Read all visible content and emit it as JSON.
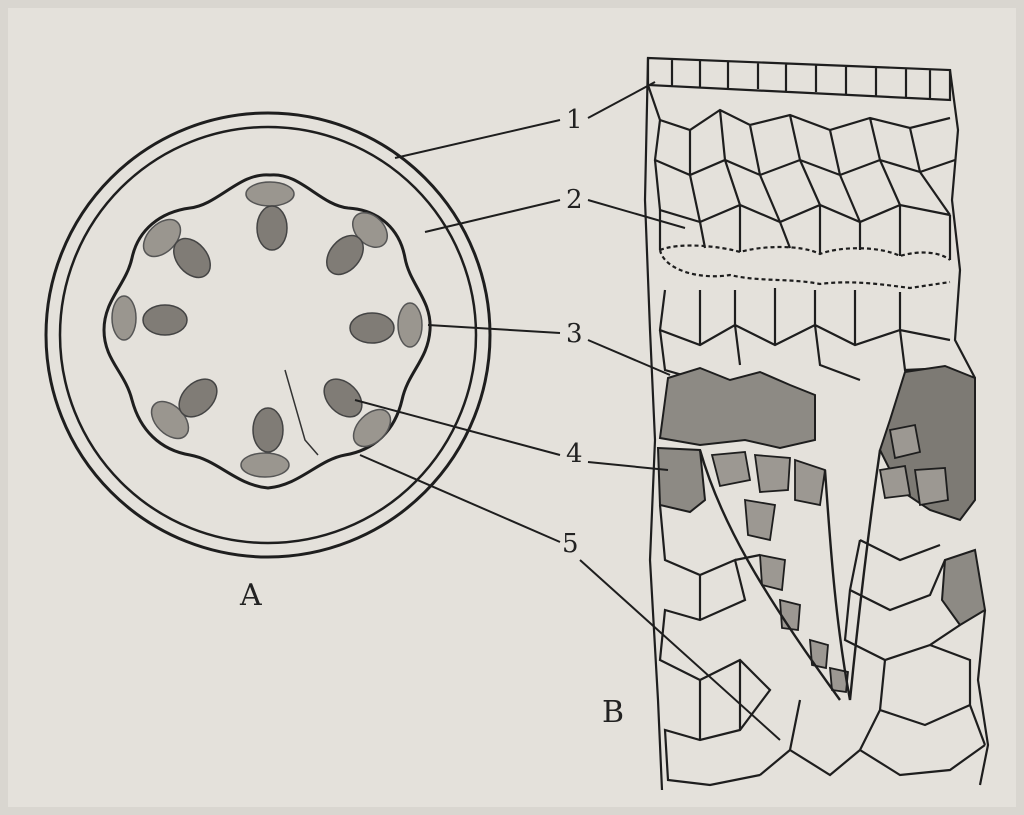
{
  "labels": {
    "l1": "1",
    "l2": "2",
    "l3": "3",
    "l4": "4",
    "l5": "5",
    "panel_a": "A",
    "panel_b": "B"
  },
  "colors": {
    "paper": "#d9d6d0",
    "ink": "#1e1e1e",
    "bundle_fill": "#8d8a84"
  }
}
